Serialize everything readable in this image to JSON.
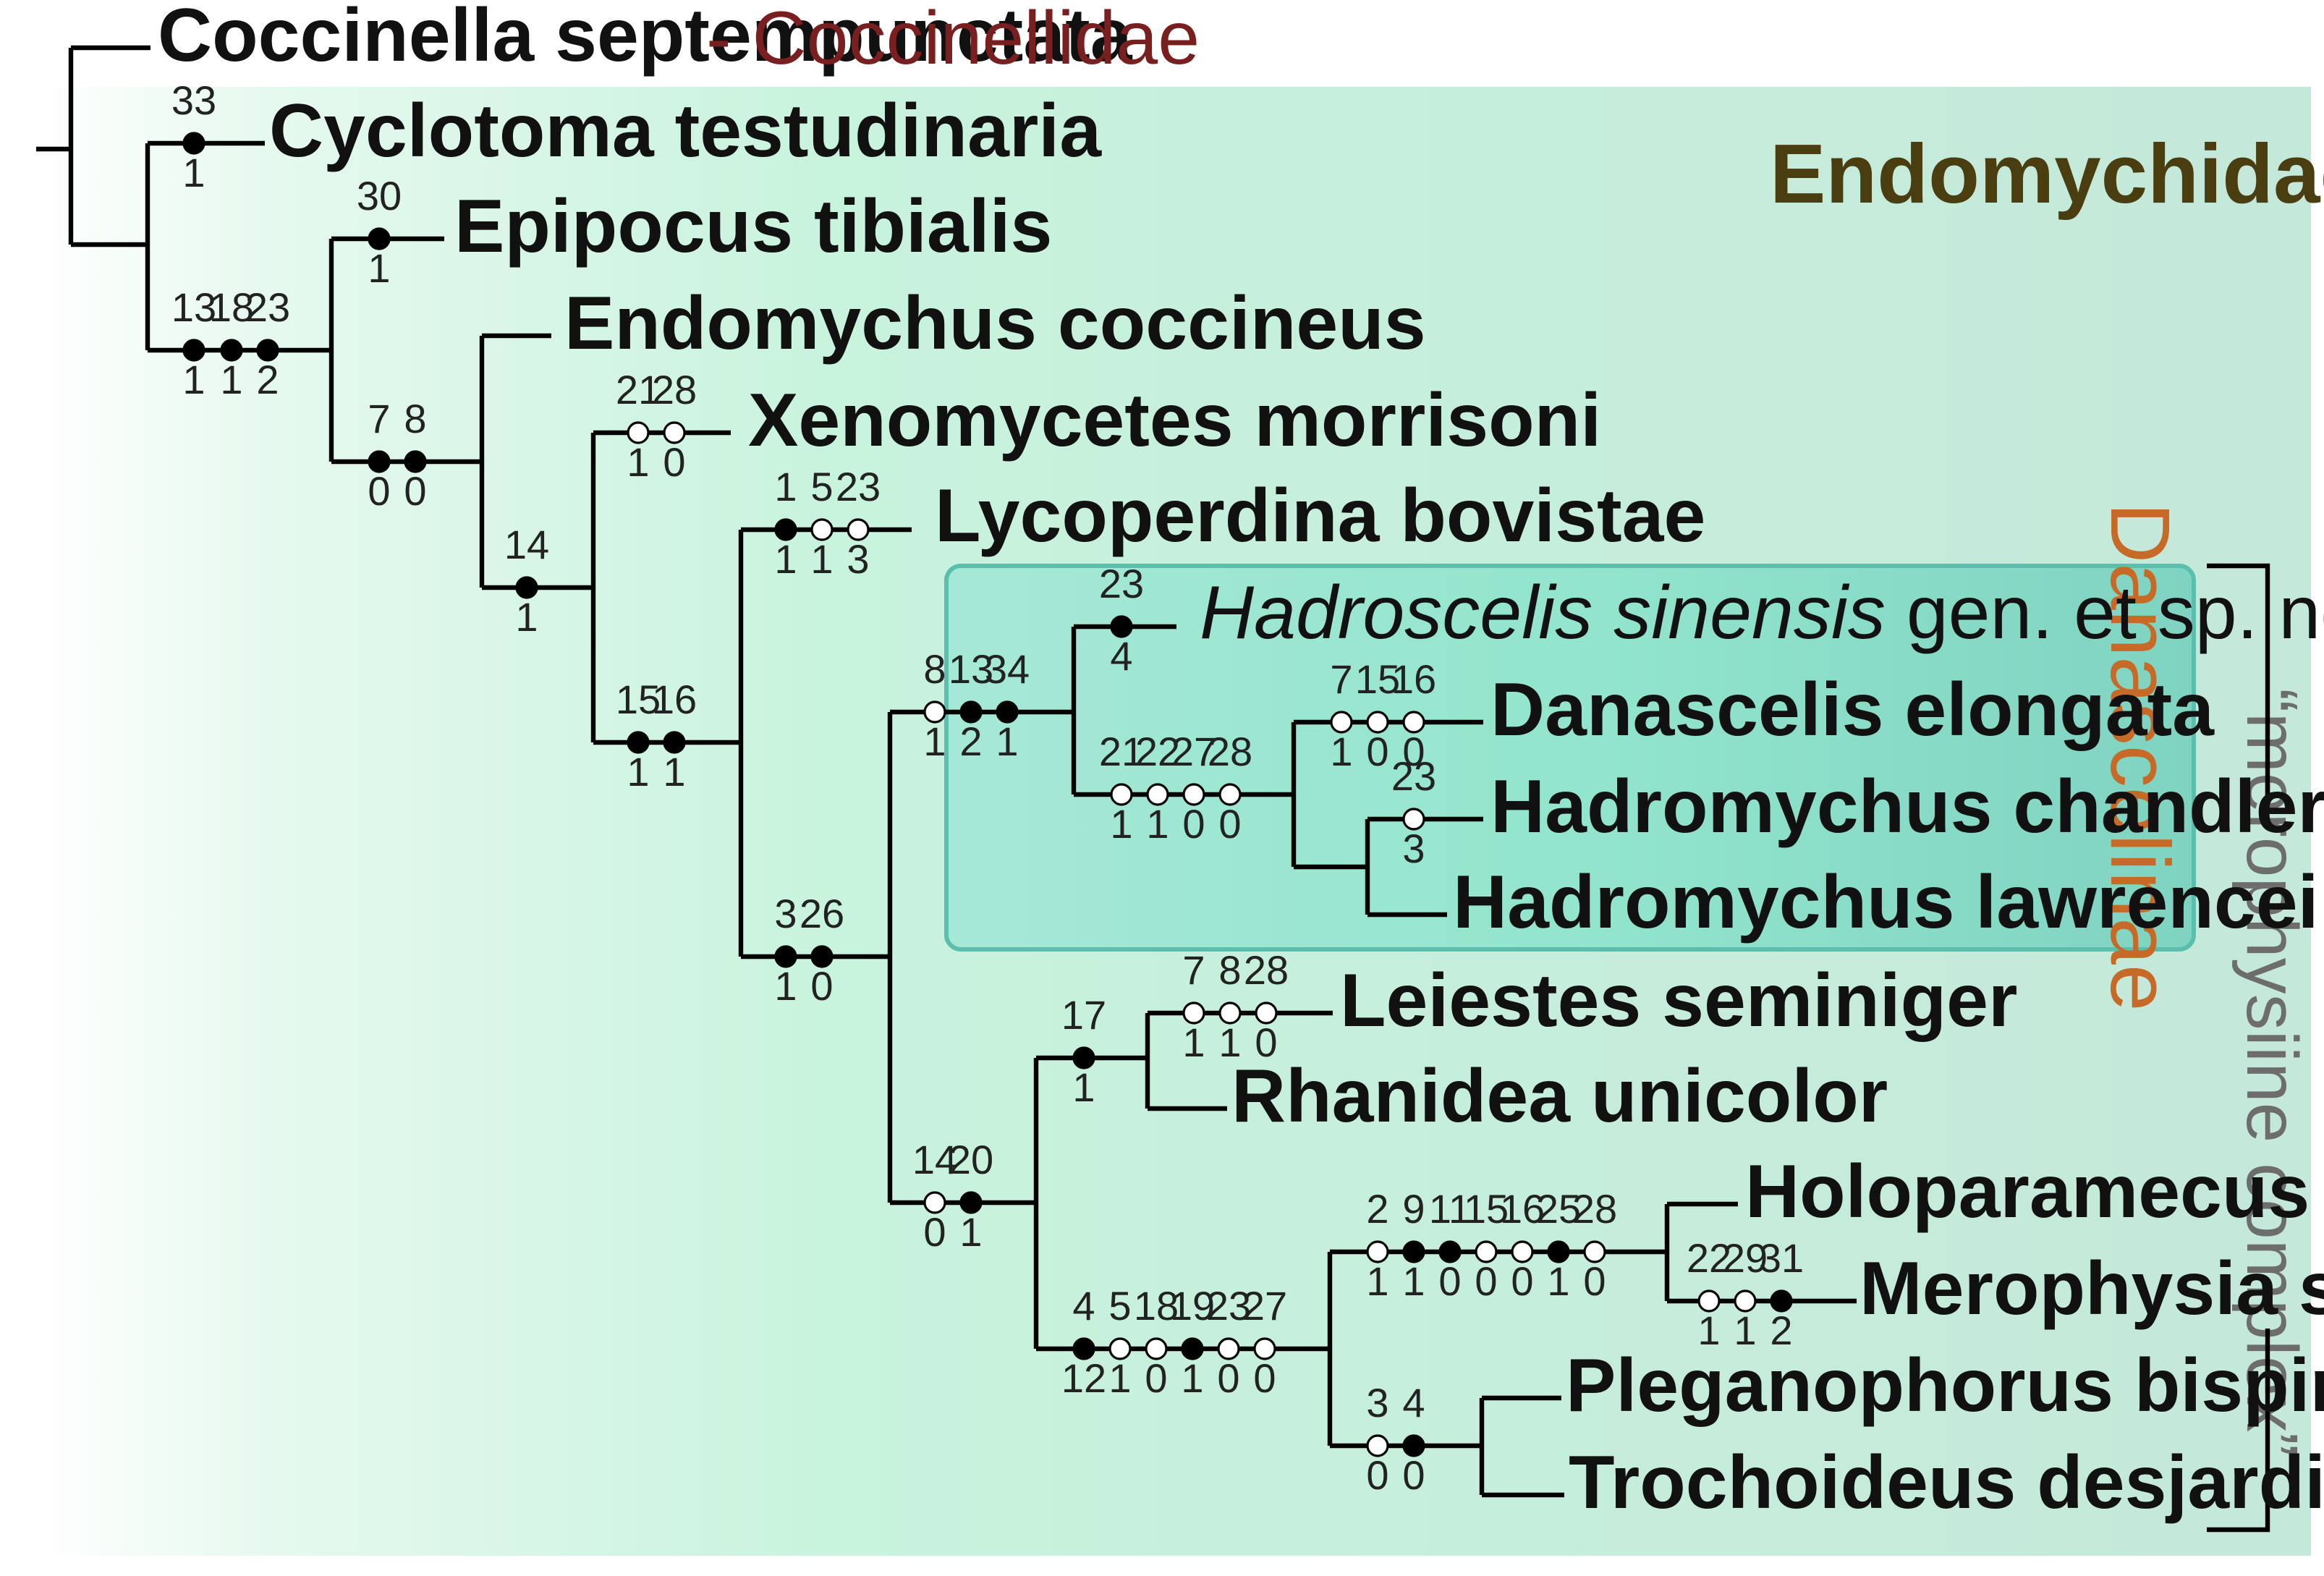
{
  "outgroup": {
    "name": "Coccinella septempunctata",
    "family_label": "- Coccinellidae"
  },
  "family_label": "Endomychidae",
  "subfamily_label": "Danascelinae",
  "complex_label": "“merophysiine complex”",
  "taxa": [
    {
      "id": "cyclotoma",
      "name": "Cyclotoma testudinaria"
    },
    {
      "id": "epipocus",
      "name": "Epipocus tibialis"
    },
    {
      "id": "endomychus",
      "name": "Endomychus coccineus"
    },
    {
      "id": "xenomycetes",
      "name": "Xenomycetes morrisoni"
    },
    {
      "id": "lycoperdina",
      "name": "Lycoperdina bovistae"
    },
    {
      "id": "hadroscelis",
      "name_italic": "Hadroscelis sinensis",
      "name_suffix": " gen. et sp. nov."
    },
    {
      "id": "danascelis",
      "name": "Danascelis elongata"
    },
    {
      "id": "hadromychus-chandleri",
      "name": "Hadromychus chandleri"
    },
    {
      "id": "hadromychus-lawrencei",
      "name": "Hadromychus lawrencei"
    },
    {
      "id": "leiestes",
      "name": "Leiestes seminiger"
    },
    {
      "id": "rhanidea",
      "name": "Rhanidea unicolor"
    },
    {
      "id": "holoparamecus",
      "name": "Holoparamecus sp."
    },
    {
      "id": "merophysia",
      "name": "Merophysia sp."
    },
    {
      "id": "pleganophorus",
      "name": "Pleganophorus bispinosus"
    },
    {
      "id": "trochoideus",
      "name": "Trochoideus desjardinsi"
    }
  ],
  "characters": [
    {
      "branch": "cyclotoma",
      "marks": [
        {
          "c": "33",
          "s": "1",
          "fill": "black"
        }
      ]
    },
    {
      "branch": "epipocus",
      "marks": [
        {
          "c": "30",
          "s": "1",
          "fill": "black"
        }
      ]
    },
    {
      "branch": "endomychidae-stem",
      "marks": [
        {
          "c": "13",
          "s": "1",
          "fill": "black"
        },
        {
          "c": "18",
          "s": "1",
          "fill": "black"
        },
        {
          "c": "23",
          "s": "2",
          "fill": "black"
        }
      ]
    },
    {
      "branch": "clade-7-8",
      "marks": [
        {
          "c": "7",
          "s": "0",
          "fill": "black"
        },
        {
          "c": "8",
          "s": "0",
          "fill": "black"
        }
      ]
    },
    {
      "branch": "clade-14",
      "marks": [
        {
          "c": "14",
          "s": "1",
          "fill": "black"
        }
      ]
    },
    {
      "branch": "xenomycetes",
      "marks": [
        {
          "c": "21",
          "s": "1",
          "fill": "white"
        },
        {
          "c": "28",
          "s": "0",
          "fill": "white"
        }
      ]
    },
    {
      "branch": "clade-15-16",
      "marks": [
        {
          "c": "15",
          "s": "1",
          "fill": "black"
        },
        {
          "c": "16",
          "s": "1",
          "fill": "black"
        }
      ]
    },
    {
      "branch": "lycoperdina",
      "marks": [
        {
          "c": "1",
          "s": "1",
          "fill": "black"
        },
        {
          "c": "5",
          "s": "1",
          "fill": "white"
        },
        {
          "c": "23",
          "s": "3",
          "fill": "white"
        }
      ]
    },
    {
      "branch": "clade-3-26",
      "marks": [
        {
          "c": "3",
          "s": "1",
          "fill": "black"
        },
        {
          "c": "26",
          "s": "0",
          "fill": "black"
        }
      ]
    },
    {
      "branch": "danascelinae",
      "marks": [
        {
          "c": "8",
          "s": "1",
          "fill": "white"
        },
        {
          "c": "13",
          "s": "2",
          "fill": "black"
        },
        {
          "c": "34",
          "s": "1",
          "fill": "black"
        }
      ]
    },
    {
      "branch": "hadroscelis",
      "marks": [
        {
          "c": "23",
          "s": "4",
          "fill": "black"
        }
      ]
    },
    {
      "branch": "clade-21-28",
      "marks": [
        {
          "c": "21",
          "s": "1",
          "fill": "white"
        },
        {
          "c": "22",
          "s": "1",
          "fill": "white"
        },
        {
          "c": "27",
          "s": "0",
          "fill": "white"
        },
        {
          "c": "28",
          "s": "0",
          "fill": "white"
        }
      ]
    },
    {
      "branch": "danascelis",
      "marks": [
        {
          "c": "7",
          "s": "1",
          "fill": "white"
        },
        {
          "c": "15",
          "s": "0",
          "fill": "white"
        },
        {
          "c": "16",
          "s": "0",
          "fill": "white"
        }
      ]
    },
    {
      "branch": "hadromychus-chandleri",
      "marks": [
        {
          "c": "23",
          "s": "3",
          "fill": "white"
        }
      ]
    },
    {
      "branch": "clade-14-20",
      "marks": [
        {
          "c": "14",
          "s": "0",
          "fill": "white"
        },
        {
          "c": "20",
          "s": "1",
          "fill": "black"
        }
      ]
    },
    {
      "branch": "clade-17",
      "marks": [
        {
          "c": "17",
          "s": "1",
          "fill": "black"
        }
      ]
    },
    {
      "branch": "leiestes",
      "marks": [
        {
          "c": "7",
          "s": "1",
          "fill": "white"
        },
        {
          "c": "8",
          "s": "1",
          "fill": "white"
        },
        {
          "c": "28",
          "s": "0",
          "fill": "white"
        }
      ]
    },
    {
      "branch": "clade-4-27",
      "marks": [
        {
          "c": "4",
          "s": "12",
          "fill": "black"
        },
        {
          "c": "5",
          "s": "1",
          "fill": "white"
        },
        {
          "c": "18",
          "s": "0",
          "fill": "white"
        },
        {
          "c": "19",
          "s": "1",
          "fill": "black"
        },
        {
          "c": "23",
          "s": "0",
          "fill": "white"
        },
        {
          "c": "27",
          "s": "0",
          "fill": "white"
        }
      ]
    },
    {
      "branch": "clade-2-28",
      "marks": [
        {
          "c": "2",
          "s": "1",
          "fill": "white"
        },
        {
          "c": "9",
          "s": "1",
          "fill": "black"
        },
        {
          "c": "11",
          "s": "0",
          "fill": "black"
        },
        {
          "c": "15",
          "s": "0",
          "fill": "white"
        },
        {
          "c": "16",
          "s": "0",
          "fill": "white"
        },
        {
          "c": "25",
          "s": "1",
          "fill": "black"
        },
        {
          "c": "28",
          "s": "0",
          "fill": "white"
        }
      ]
    },
    {
      "branch": "merophysia",
      "marks": [
        {
          "c": "22",
          "s": "1",
          "fill": "white"
        },
        {
          "c": "29",
          "s": "1",
          "fill": "white"
        },
        {
          "c": "31",
          "s": "2",
          "fill": "black"
        }
      ]
    },
    {
      "branch": "clade-3-4",
      "marks": [
        {
          "c": "3",
          "s": "0",
          "fill": "white"
        },
        {
          "c": "4",
          "s": "0",
          "fill": "black"
        }
      ]
    }
  ],
  "colors": {
    "endomychidae_bg": "#c9f0de",
    "danascelinae_bg": "#88dcc8",
    "danascelinae_border": "#5cbfae",
    "outgroup_family_text": "#7a1f1f",
    "subfamily_text": "#c76a28"
  }
}
